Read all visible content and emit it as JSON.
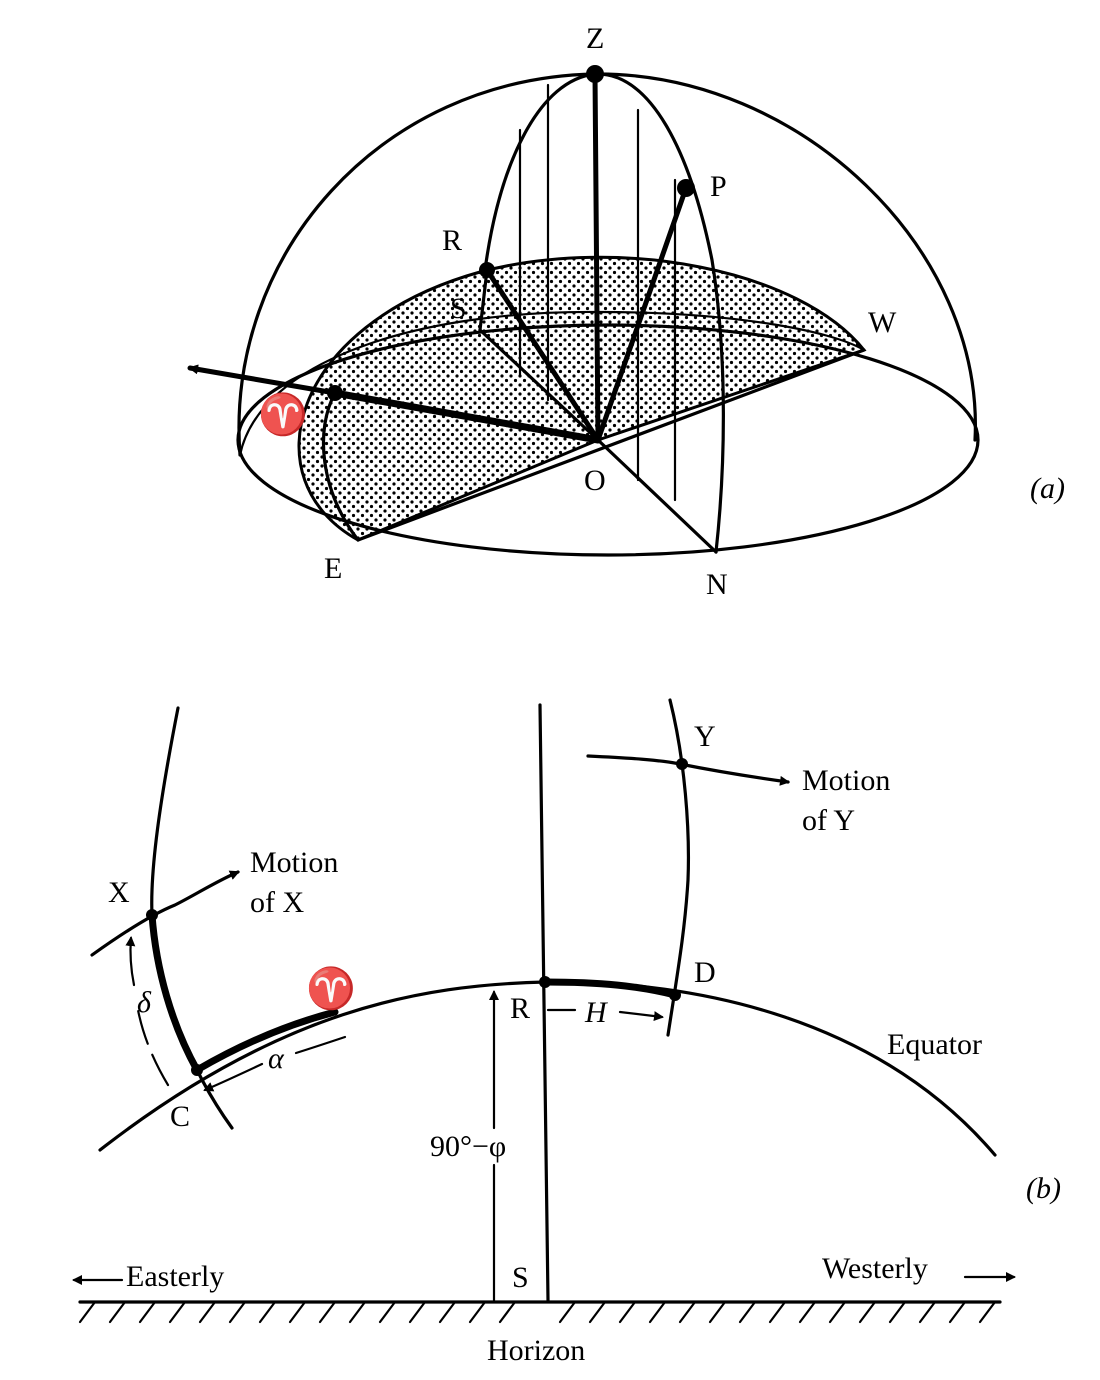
{
  "figure_a": {
    "panel_label": "(a)",
    "points": {
      "zenith": "Z",
      "pole": "P",
      "r": "R",
      "s": "S",
      "west": "W",
      "east": "E",
      "north": "N",
      "origin": "O",
      "vernal_equinox": "♈"
    }
  },
  "figure_b": {
    "panel_label": "(b)",
    "star_x": "X",
    "star_y": "Y",
    "motion_x": [
      "Motion",
      "of X"
    ],
    "motion_y": [
      "Motion",
      "of Y"
    ],
    "vernal_equinox": "♈",
    "point_c": "C",
    "point_d": "D",
    "point_r": "R",
    "point_s": "S",
    "delta": "δ",
    "alpha": "α",
    "hour_angle": "H",
    "colatitude": "90°−φ",
    "equator": "Equator",
    "easterly": "Easterly",
    "westerly": "Westerly",
    "horizon": "Horizon"
  }
}
